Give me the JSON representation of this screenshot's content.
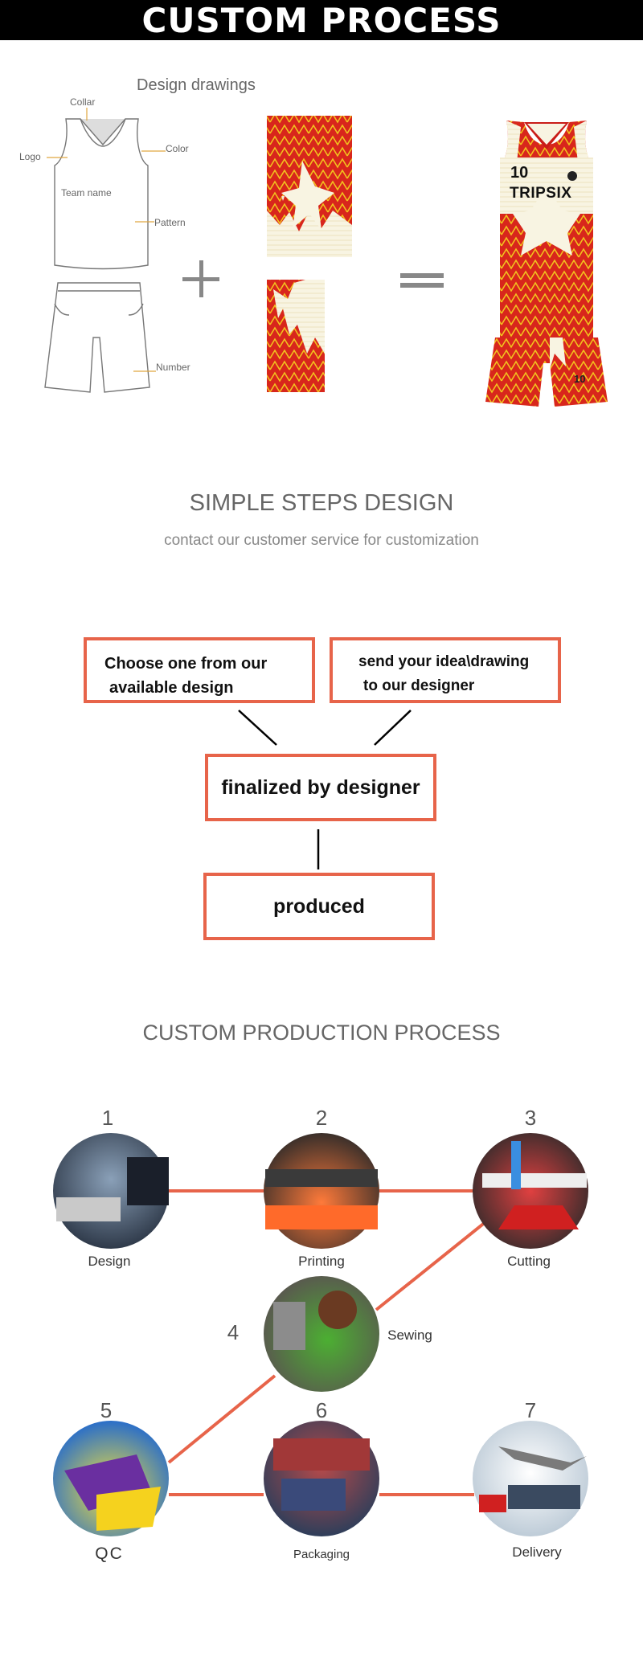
{
  "banner": {
    "title": "CUSTOM PROCESS"
  },
  "design": {
    "heading": "Design drawings",
    "labels": {
      "collar": "Collar",
      "logo": "Logo",
      "color": "Color",
      "team_name": "Team name",
      "pattern": "Pattern",
      "number": "Number"
    },
    "jersey_number": "10",
    "jersey_team": "TRIPSIX",
    "shorts_number": "10",
    "plus_symbol": "+",
    "equals_symbol": "="
  },
  "steps": {
    "title": "SIMPLE  STEPS DESIGN",
    "subtitle": "contact our customer service for customization",
    "box1_line1": "Choose one from our",
    "box1_line2": "available design",
    "box2_line1": "send your idea\\drawing",
    "box2_line2": "to our designer",
    "box3": "finalized by designer",
    "box4": "produced"
  },
  "production": {
    "title": "CUSTOM PRODUCTION PROCESS",
    "items": [
      {
        "num": "1",
        "label": "Design"
      },
      {
        "num": "2",
        "label": "Printing"
      },
      {
        "num": "3",
        "label": "Cutting"
      },
      {
        "num": "4",
        "label": "Sewing"
      },
      {
        "num": "5",
        "label": "QC"
      },
      {
        "num": "6",
        "label": "Packaging"
      },
      {
        "num": "7",
        "label": "Delivery"
      }
    ]
  },
  "colors": {
    "accent": "#e7644a",
    "jersey_red": "#d8261c",
    "jersey_cream": "#f7f2dc",
    "jersey_yellow": "#f2c21e"
  }
}
